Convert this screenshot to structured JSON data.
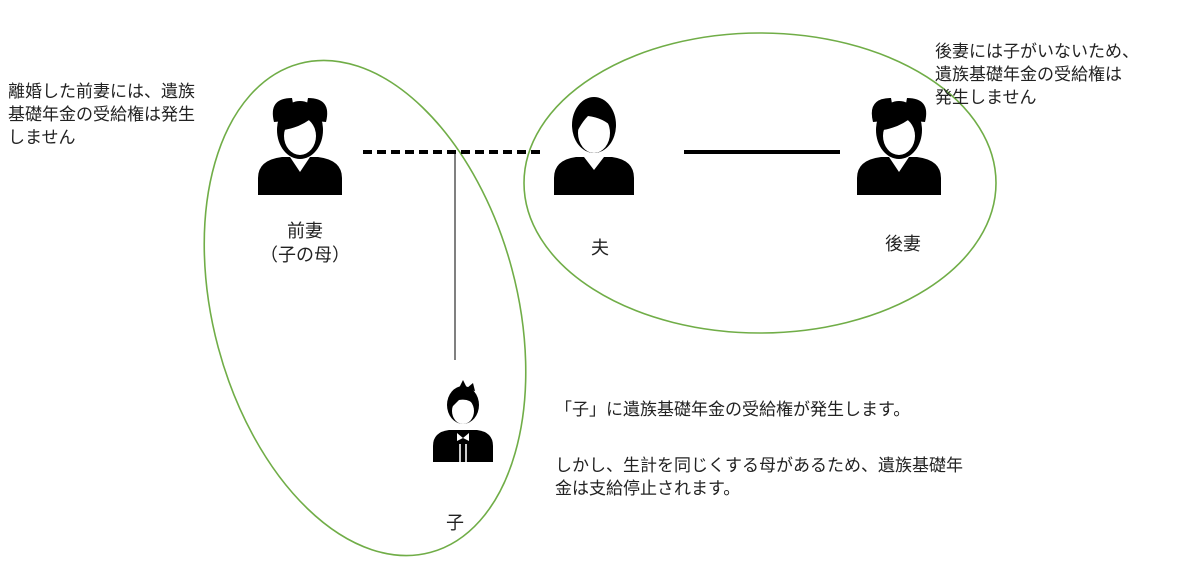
{
  "people": {
    "former_wife": {
      "name": "前妻",
      "subtitle": "（子の母）"
    },
    "husband": {
      "name": "夫"
    },
    "latter_wife": {
      "name": "後妻"
    },
    "child": {
      "name": "子"
    }
  },
  "notes": {
    "former_wife": "離婚した前妻には、遺族\n基礎年金の受給権は発生\nしません",
    "latter_wife": "後妻には子がいないため、\n遺族基礎年金の受給権は\n発生しません",
    "child_line_1": "「子」に遺族基礎年金の受給権が発生します。",
    "child_line_2": "しかし、生計を同じくする母があるため、遺族基礎年\n金は支給停止されます。"
  },
  "icons": {
    "former_wife": "woman-icon",
    "husband": "man-icon",
    "latter_wife": "woman-icon",
    "child": "boy-icon"
  },
  "relations": [
    {
      "from": "前妻",
      "to": "夫",
      "style": "dashed",
      "meaning": "former marriage"
    },
    {
      "from": "夫",
      "to": "後妻",
      "style": "solid",
      "meaning": "current marriage"
    },
    {
      "from": "前妻・夫",
      "to": "子",
      "style": "solid",
      "meaning": "parent-child"
    }
  ],
  "colors": {
    "ellipse_stroke": "#70ad47",
    "icon_fill": "#000000",
    "text": "#222222"
  }
}
